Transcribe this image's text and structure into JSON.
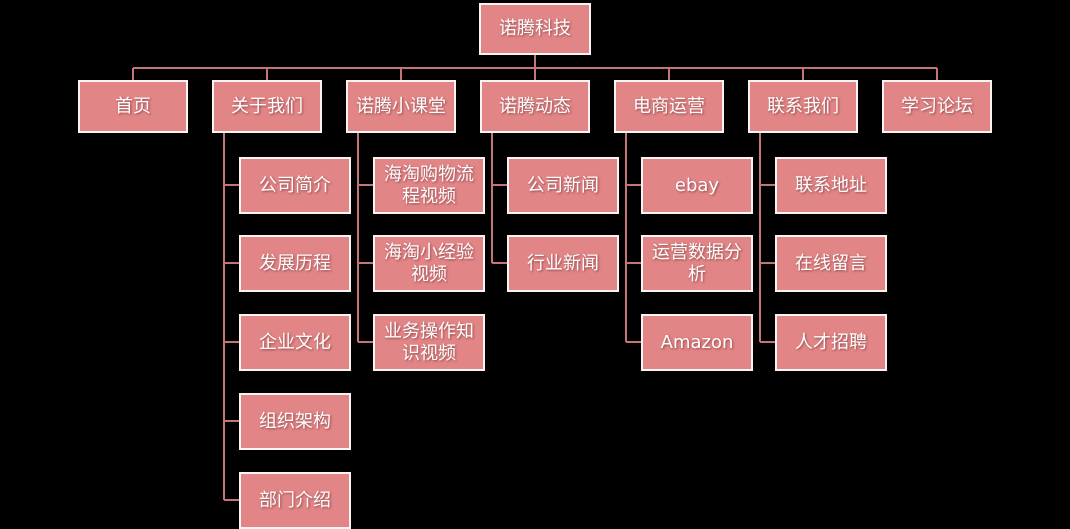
{
  "colors": {
    "background": "#000000",
    "node_fill": "#e28587",
    "node_border": "#fbf3f2",
    "connector": "#c47676",
    "text": "#ffffff"
  },
  "tree": {
    "root": {
      "label": "诺腾科技"
    },
    "branches": [
      {
        "label": "首页",
        "children": []
      },
      {
        "label": "关于我们",
        "children": [
          "公司简介",
          "发展历程",
          "企业文化",
          "组织架构",
          "部门介绍"
        ]
      },
      {
        "label": "诺腾小课堂",
        "children": [
          "海淘购物流程视频",
          "海淘小经验视频",
          "业务操作知识视频"
        ]
      },
      {
        "label": "诺腾动态",
        "children": [
          "公司新闻",
          "行业新闻"
        ]
      },
      {
        "label": "电商运营",
        "children": [
          "ebay",
          "运营数据分析",
          "Amazon"
        ]
      },
      {
        "label": "联系我们",
        "children": [
          "联系地址",
          "在线留言",
          "人才招聘"
        ]
      },
      {
        "label": "学习论坛",
        "children": []
      }
    ]
  }
}
